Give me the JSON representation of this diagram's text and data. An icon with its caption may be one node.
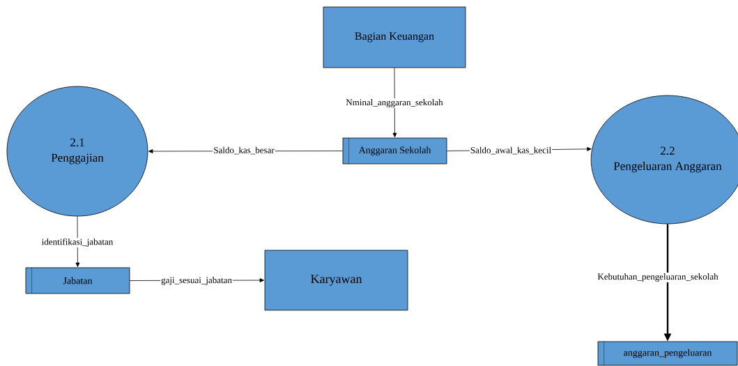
{
  "diagram": {
    "nodes": [
      {
        "text": [
          "Bagian Keuangan"
        ]
      },
      {
        "text": [
          "2.1",
          "Penggajian"
        ]
      },
      {
        "text": [
          "Anggaran Sekolah"
        ]
      },
      {
        "text": [
          "2.2",
          "Pengeluaran Anggaran"
        ]
      },
      {
        "text": [
          "Jabatan"
        ]
      },
      {
        "text": [
          "Karyawan"
        ]
      },
      {
        "text": [
          "anggaran_pengeluaran"
        ]
      }
    ],
    "edges": [
      {
        "from": 0,
        "to": 2,
        "arrow": "to",
        "label": "Nminal_anggaran_sekolah"
      },
      {
        "from": 2,
        "to": 1,
        "arrow": "to",
        "label": "Saldo_kas_besar"
      },
      {
        "from": 2,
        "to": 3,
        "arrow": "to",
        "label": "Saldo_awal_kas_kecil"
      },
      {
        "from": 1,
        "to": 4,
        "arrow": "to",
        "label": "identifikasi_jabatan"
      },
      {
        "from": 4,
        "to": 5,
        "arrow": "to",
        "label": "gaji_sesuai_jabatan"
      },
      {
        "from": 3,
        "to": 6,
        "arrow": "to",
        "label": "Kebutuhan_pengeluaran_sekolah",
        "style": "thick"
      }
    ]
  }
}
